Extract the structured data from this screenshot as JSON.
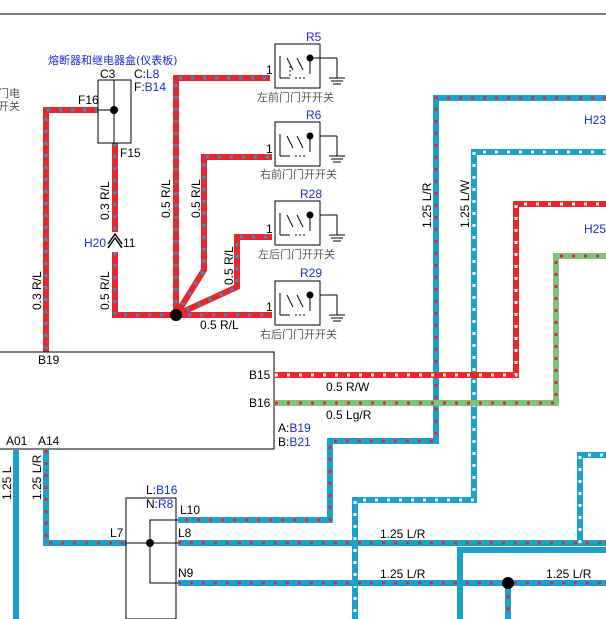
{
  "colors": {
    "red": "#e8262b",
    "blue_dash": "#2a95d4",
    "cyan": "#1aa2cf",
    "white_dash": "#ffffff",
    "green": "#7dc47e",
    "label_blue": "#1a2bd6"
  },
  "fusebox": {
    "title": "熔断器和继电器盒(仪表板)",
    "c_label": "C3",
    "c_pin": "C:",
    "c_pin_val": "L8",
    "f_pin": "F:",
    "f_pin_val": "B14",
    "f16": "F16",
    "f15": "F15"
  },
  "left_partial": {
    "line1": "门电",
    "line2": "开关"
  },
  "switches": [
    {
      "ref": "R5",
      "pin": "1",
      "name": "左前门门开开关"
    },
    {
      "ref": "R6",
      "pin": "1",
      "name": "右前门门开开关"
    },
    {
      "ref": "R28",
      "pin": "1",
      "name": "左后门门开开关"
    },
    {
      "ref": "R29",
      "pin": "1",
      "name": "右后门门开开关"
    }
  ],
  "connector_h20": {
    "ref": "H20",
    "pin": "11"
  },
  "right_refs": {
    "h23": "H23",
    "h25": "H25"
  },
  "wires": {
    "w_03rl_left": "0.3 R/L",
    "w_03rl_mid": "0.3 R/L",
    "w_05rl_mid": "0.5 R/L",
    "w_05rl_a": "0.5 R/L",
    "w_05rl_b": "0.5 R/L",
    "w_05rl_c": "0.5 R/L",
    "w_05rl_bottom": "0.5 R/L",
    "w_125lr_top": "1.25 L/R",
    "w_125lw_top": "1.25 L/W",
    "w_05rw": "0.5 R/W",
    "w_05lgr": "0.5 Lg/R",
    "w_125l": "1.25 L",
    "w_125lr_left": "1.25 L/R",
    "w_125lr_l8": "1.25 L/R",
    "w_125lr_n9": "1.25 L/R",
    "w_125lr_right": "1.25 L/R"
  },
  "module": {
    "b19": "B19",
    "b15": "B15",
    "b16": "B16",
    "a_pin": "A:",
    "a_val": "B19",
    "b_pin": "B:",
    "b_val": "B21",
    "a01": "A01",
    "a14": "A14"
  },
  "lower_box": {
    "l_pin": "L:",
    "l_val": "B16",
    "n_pin": "N:",
    "n_val": "R8",
    "l10": "L10",
    "l7": "L7",
    "l8": "L8",
    "n9": "N9"
  }
}
